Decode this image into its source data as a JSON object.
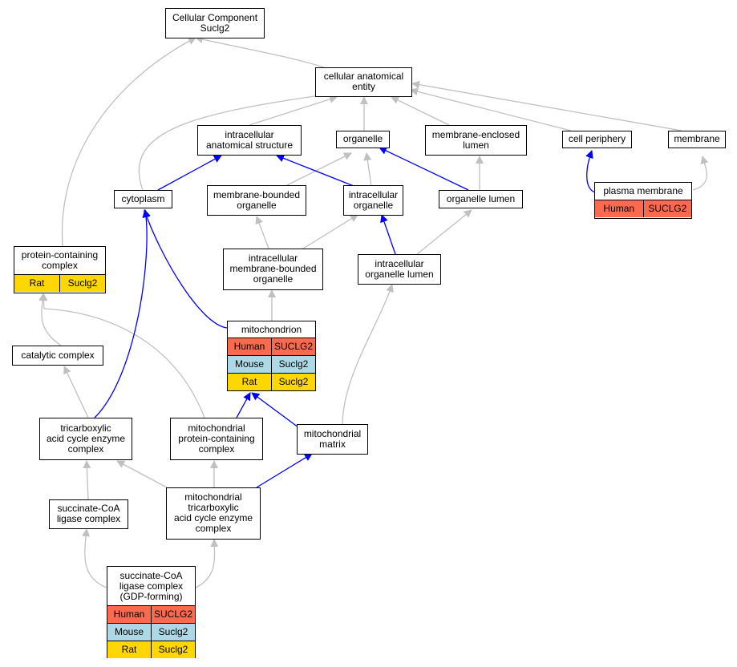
{
  "nodes": {
    "cellular_component": "Cellular Component\nSuclg2",
    "cellular_anatomical_entity": "cellular anatomical\nentity",
    "intracellular_anatomical_structure": "intracellular\nanatomical structure",
    "organelle": "organelle",
    "membrane_enclosed_lumen": "membrane-enclosed\nlumen",
    "cell_periphery": "cell periphery",
    "membrane": "membrane",
    "cytoplasm": "cytoplasm",
    "membrane_bounded_organelle": "membrane-bounded\norganelle",
    "intracellular_organelle": "intracellular\norganelle",
    "organelle_lumen": "organelle lumen",
    "plasma_membrane": "plasma membrane",
    "protein_containing_complex": "protein-containing\ncomplex",
    "intracellular_membrane_bounded_organelle": "intracellular\nmembrane-bounded\norganelle",
    "intracellular_organelle_lumen": "intracellular\norganelle lumen",
    "mitochondrion": "mitochondrion",
    "catalytic_complex": "catalytic complex",
    "tca_enzyme_complex": "tricarboxylic\nacid cycle enzyme\ncomplex",
    "mito_protein_containing_complex": "mitochondrial\nprotein-containing\ncomplex",
    "mitochondrial_matrix": "mitochondrial\nmatrix",
    "succinate_coa_ligase_complex": "succinate-CoA\nligase complex",
    "mito_tca_enzyme_complex": "mitochondrial\ntricarboxylic\nacid cycle enzyme\ncomplex",
    "succinate_coa_ligase_gdp": "succinate-CoA\nligase complex\n(GDP-forming)"
  },
  "annotations": {
    "plasma_membrane": [
      {
        "species": "Human",
        "gene": "SUCLG2"
      }
    ],
    "protein_containing_complex": [
      {
        "species": "Rat",
        "gene": "Suclg2"
      }
    ],
    "mitochondrion": [
      {
        "species": "Human",
        "gene": "SUCLG2"
      },
      {
        "species": "Mouse",
        "gene": "Suclg2"
      },
      {
        "species": "Rat",
        "gene": "Suclg2"
      }
    ],
    "succinate_coa_ligase_gdp": [
      {
        "species": "Human",
        "gene": "SUCLG2"
      },
      {
        "species": "Mouse",
        "gene": "Suclg2"
      },
      {
        "species": "Rat",
        "gene": "Suclg2"
      }
    ]
  },
  "colors": {
    "human": "#f96a4f",
    "mouse": "#add8e6",
    "rat": "#ffd700",
    "edge_is_a": "#c0c0c0",
    "edge_part_of": "#0000ff"
  }
}
